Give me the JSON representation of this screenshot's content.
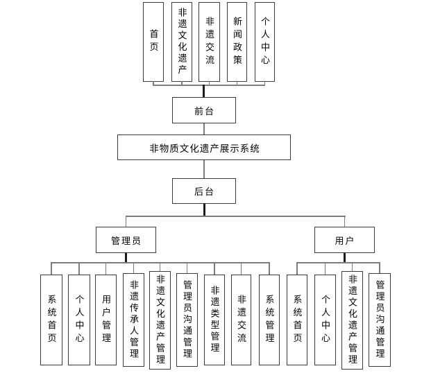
{
  "diagram": {
    "title": "非物质文化遗产展示系统",
    "frontend": {
      "label": "前台",
      "pages": [
        {
          "label": "首页"
        },
        {
          "label": "非遗文化遗产"
        },
        {
          "label": "非遗交流"
        },
        {
          "label": "新闻政策"
        },
        {
          "label": "个人中心"
        }
      ]
    },
    "backend": {
      "label": "后台",
      "roles": [
        {
          "label": "管理员",
          "modules": [
            {
              "label": "系统首页"
            },
            {
              "label": "个人中心"
            },
            {
              "label": "用户管理"
            },
            {
              "label": "非遗传承人管理"
            },
            {
              "label": "非遗文化遗产管理"
            },
            {
              "label": "管理员沟通管理"
            },
            {
              "label": "非遗类型管理"
            },
            {
              "label": "非遗交流"
            },
            {
              "label": "系统管理"
            }
          ]
        },
        {
          "label": "用户",
          "modules": [
            {
              "label": "系统首页"
            },
            {
              "label": "个人中心"
            },
            {
              "label": "非遗文化遗产管理"
            },
            {
              "label": "管理员沟通管理"
            }
          ]
        }
      ]
    },
    "colors": {
      "line-thin": "#7c7c7c",
      "line-thick": "#1c1c1c",
      "box-border": "#3a3a3a",
      "text": "#000000",
      "background": "#ffffff"
    }
  }
}
